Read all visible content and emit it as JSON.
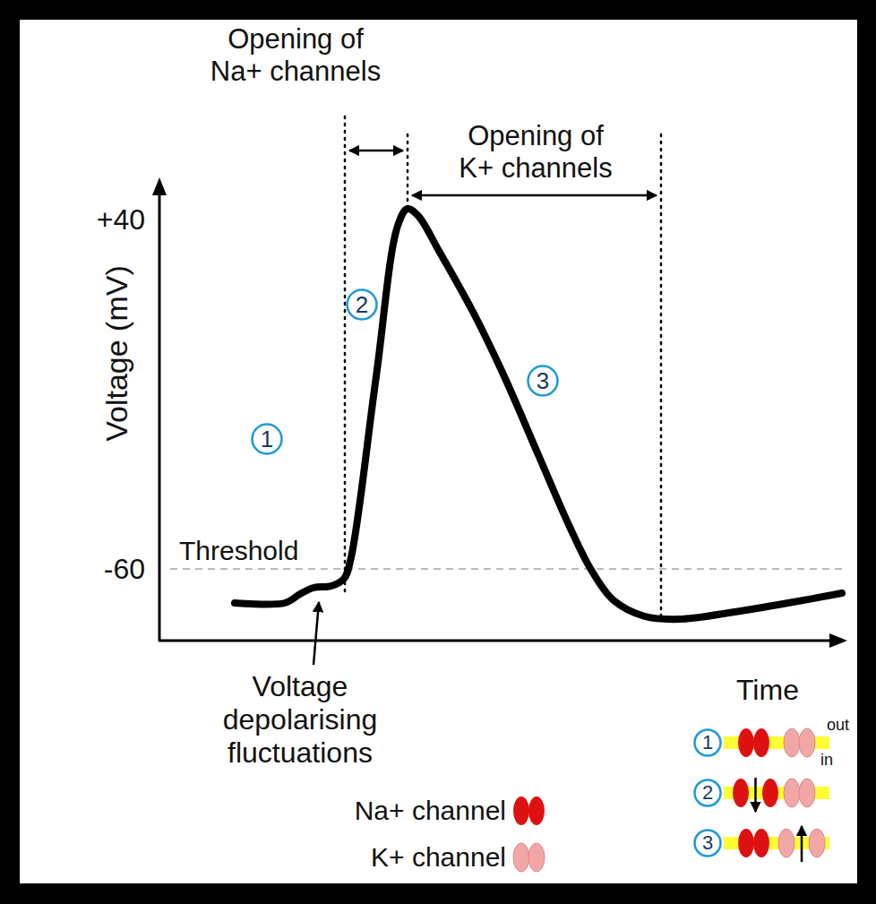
{
  "diagram": {
    "nodes": [
      {
        "text": [
          "1"
        ]
      },
      {
        "text": [
          "2"
        ]
      },
      {
        "text": [
          "3"
        ]
      },
      {
        "text": [
          "1"
        ]
      },
      {
        "text": [
          "2"
        ]
      },
      {
        "text": [
          "3"
        ]
      }
    ],
    "labels": [
      "Opening of Na+ channels",
      "Opening of K+ channels",
      "+40",
      "Voltage (mV)",
      "-60",
      "Threshold",
      "Time",
      "Voltage depolarising fluctuations",
      "out",
      "in"
    ],
    "legend": [
      {
        "text": "Na+ channel"
      },
      {
        "text": "K+ channel"
      }
    ]
  }
}
